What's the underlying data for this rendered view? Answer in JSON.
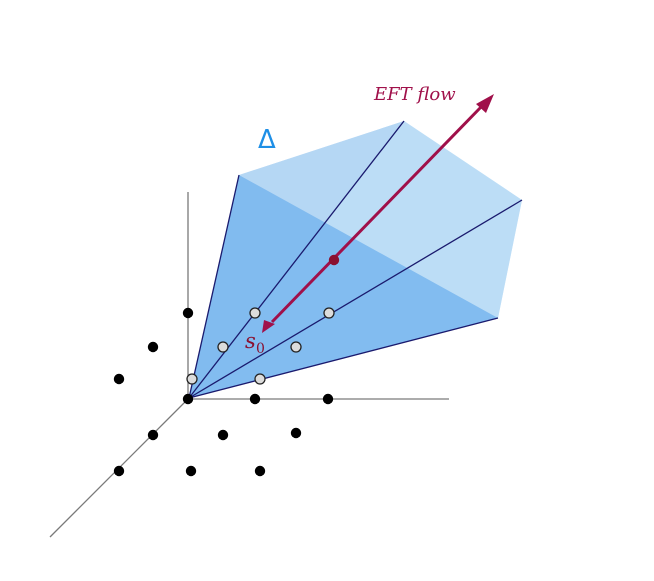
{
  "labels": {
    "delta": "Δ",
    "eft_flow": "EFT flow",
    "s0": "s",
    "s0_sub": "0"
  },
  "colors": {
    "cone_light": "#b9dcf7",
    "cone_mid": "#a9cdf1",
    "cone_front": "#7db9ef",
    "cone_edge": "#1a1a6e",
    "arrow": "#a0104a",
    "axis": "#7a7a7a",
    "lattice_point": "#000000",
    "cone_point_fill": "#dcdcdc",
    "flow_point": "#8a1030"
  }
}
